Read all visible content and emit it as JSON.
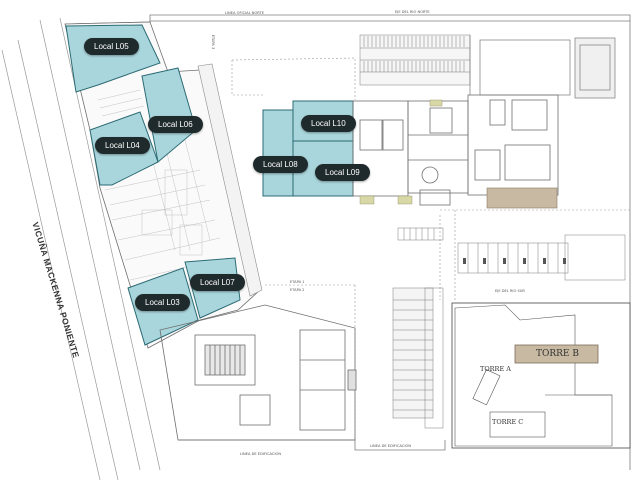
{
  "colors": {
    "unit_fill": "#a9d6dc",
    "unit_stroke": "#2c6b74",
    "pill_bg": "#1f2a2d",
    "line": "#8a8a8a",
    "roof": "#c7b9a2"
  },
  "units": [
    {
      "id": "L05",
      "label": "Local L05"
    },
    {
      "id": "L06",
      "label": "Local L06"
    },
    {
      "id": "L04",
      "label": "Local L04"
    },
    {
      "id": "L10",
      "label": "Local L10"
    },
    {
      "id": "L08",
      "label": "Local L08"
    },
    {
      "id": "L09",
      "label": "Local L09"
    },
    {
      "id": "L07",
      "label": "Local L07"
    },
    {
      "id": "L03",
      "label": "Local L03"
    }
  ],
  "streets": {
    "main": "VICUÑA MACKENNA PONIENTE"
  },
  "plan_notes": {
    "north_street": "EJE DEL RIO NORTE",
    "north_edge": "LINEA OFICIAL NORTE",
    "south_axis": "EJE DEL RIO SUR",
    "south_line": "LINEA DE EDIFICACION",
    "south_line_2": "LINEA DE EDIFICACION",
    "stage_1": "ETAPA 1",
    "stage_2": "ETAPA 2",
    "stage_3": "ETAPA 3"
  },
  "inset": {
    "torre_a": "TORRE A",
    "torre_b": "TORRE B",
    "torre_c": "TORRE C"
  }
}
